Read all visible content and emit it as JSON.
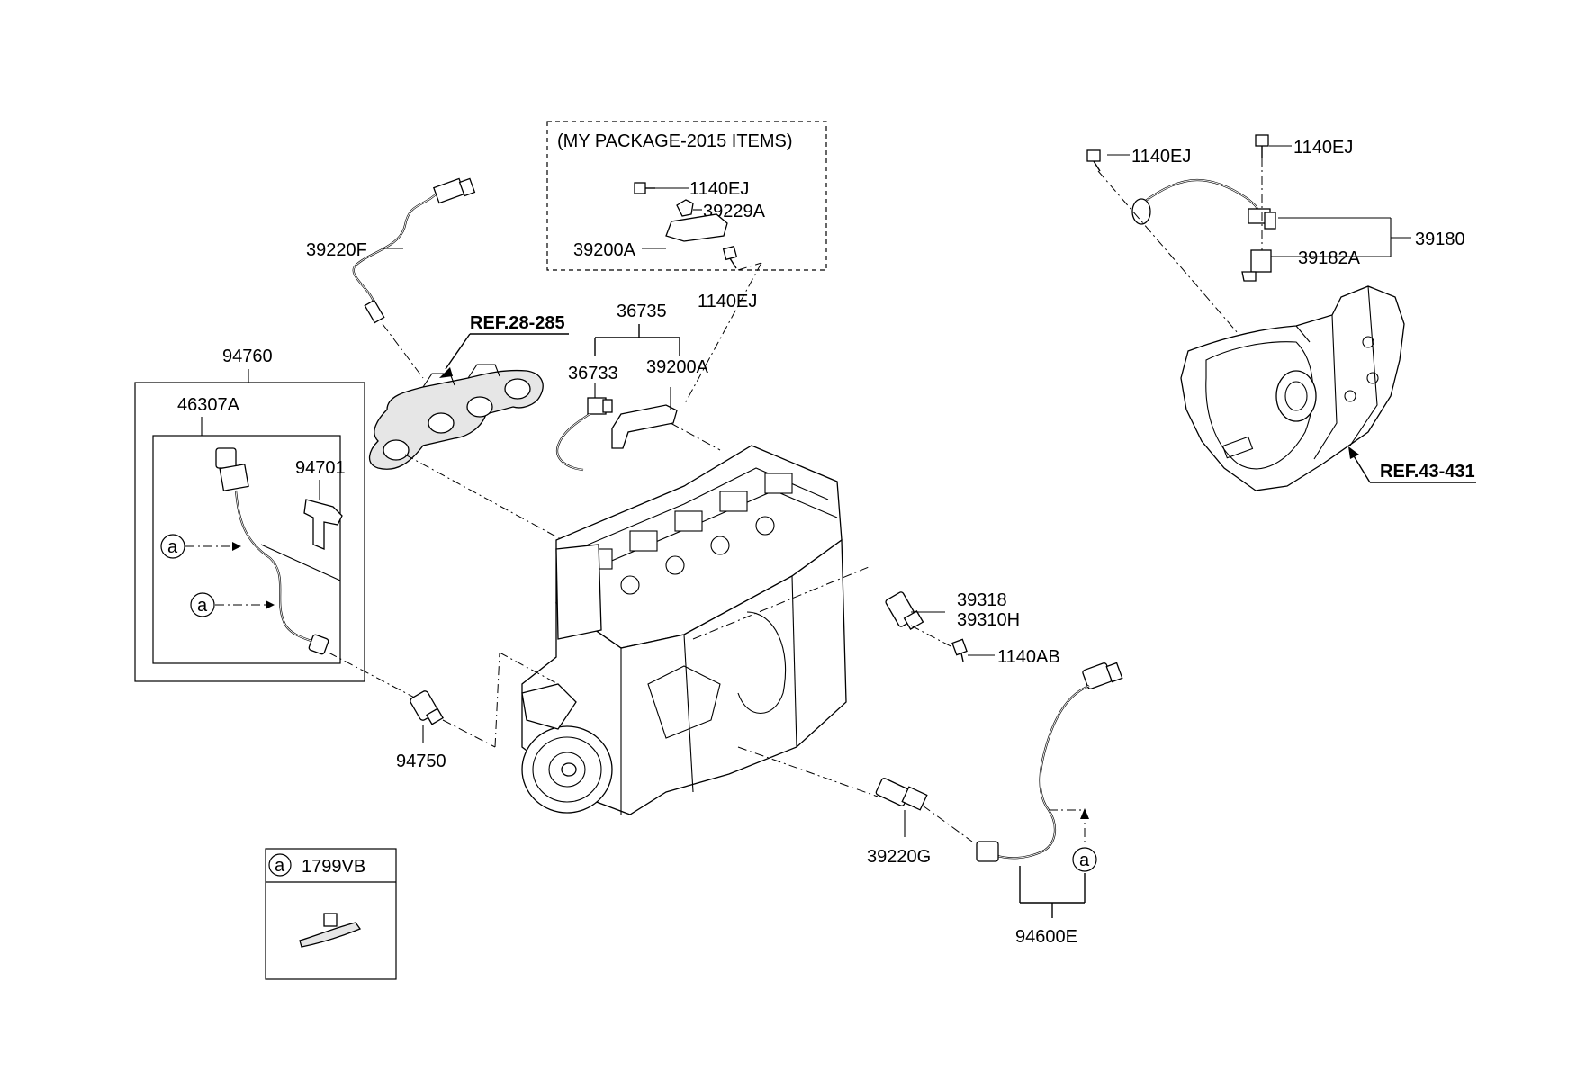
{
  "labels": {
    "package_title": "(MY PACKAGE-2015 ITEMS)",
    "p_1140ej_pkg": "1140EJ",
    "p_39229a": "39229A",
    "p_39200a_pkg": "39200A",
    "p_39220f": "39220F",
    "ref_28_285": "REF.28-285",
    "p_36735": "36735",
    "p_36733": "36733",
    "p_39200a": "39200A",
    "p_1140ej_mid": "1140EJ",
    "p_94760": "94760",
    "p_46307a": "46307A",
    "p_94701": "94701",
    "circle_a": "a",
    "p_94750": "94750",
    "p_39318": "39318",
    "p_39310h": "39310H",
    "p_1140ab": "1140AB",
    "p_39220g": "39220G",
    "p_94600e": "94600E",
    "p_1799vb": "1799VB",
    "p_1140ej_right1": "1140EJ",
    "p_1140ej_right2": "1140EJ",
    "p_39180": "39180",
    "p_39182a": "39182A",
    "ref_43_431": "REF.43-431"
  }
}
